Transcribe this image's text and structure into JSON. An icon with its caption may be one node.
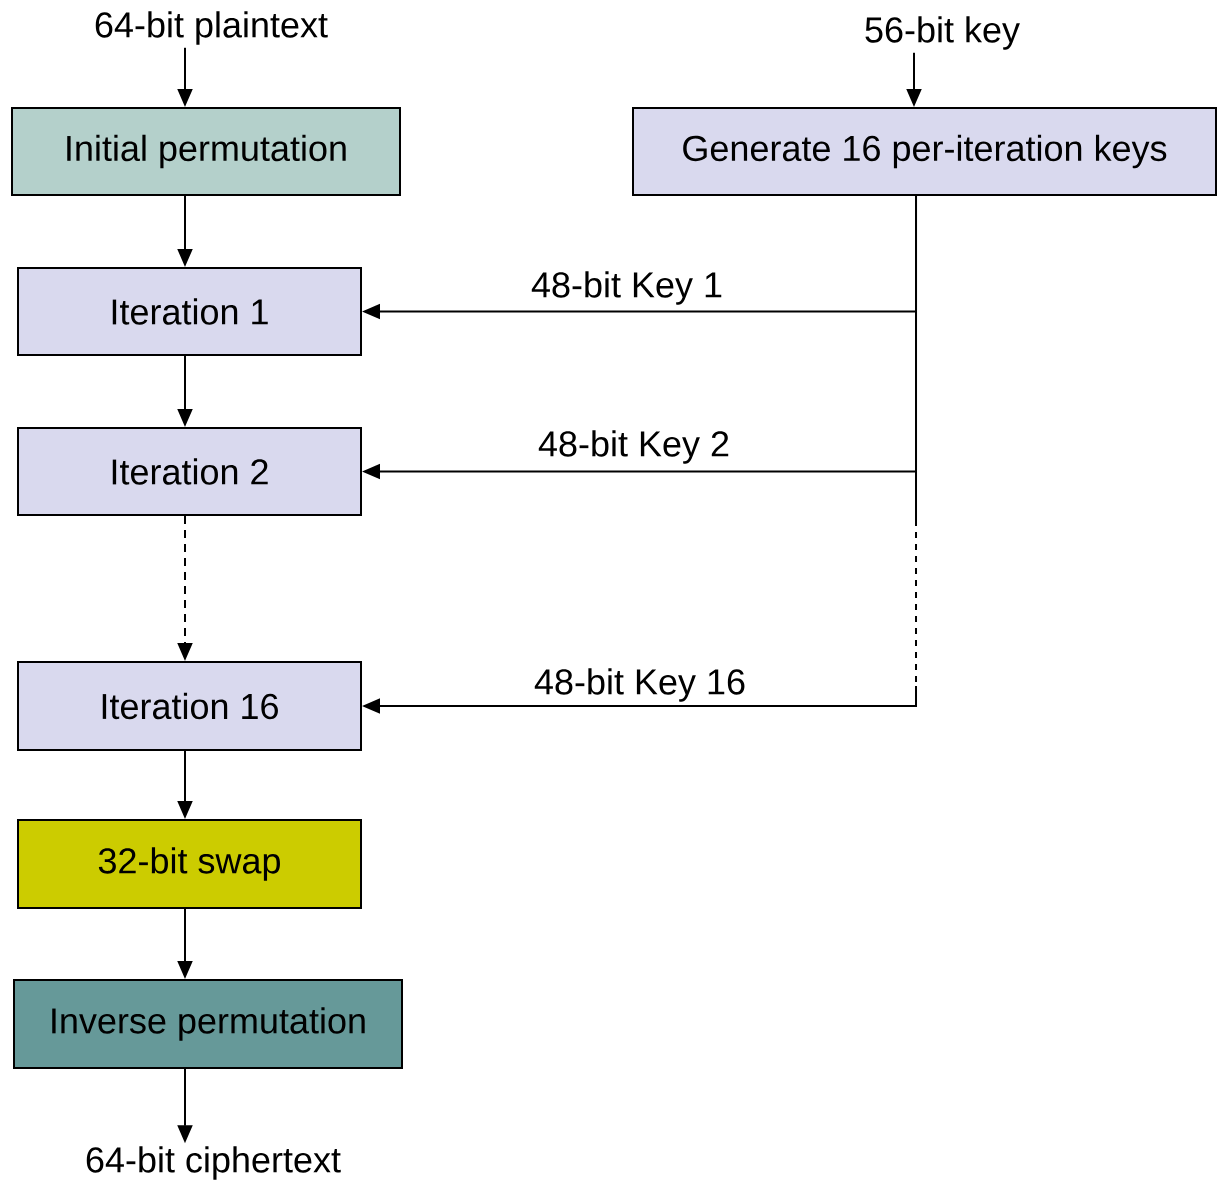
{
  "diagram": {
    "nodes": [
      {
        "text": [
          "64-bit plaintext"
        ]
      },
      {
        "text": [
          "Initial permutation"
        ]
      },
      {
        "text": [
          "56-bit key"
        ]
      },
      {
        "text": [
          "Generate 16 per-iteration keys"
        ]
      },
      {
        "text": [
          "Iteration 1"
        ]
      },
      {
        "text": [
          "Iteration 2"
        ]
      },
      {
        "text": [
          "Iteration 16"
        ]
      },
      {
        "text": [
          "32-bit swap"
        ]
      },
      {
        "text": [
          "Inverse permutation"
        ]
      },
      {
        "text": [
          "64-bit ciphertext"
        ]
      }
    ],
    "edges": [
      {
        "from": 0,
        "to": 1,
        "arrow": "to"
      },
      {
        "from": 1,
        "to": 4,
        "arrow": "to"
      },
      {
        "from": 4,
        "to": 5,
        "arrow": "to"
      },
      {
        "from": 5,
        "to": 6,
        "arrow": "to",
        "style": "dashed"
      },
      {
        "from": 6,
        "to": 7,
        "arrow": "to"
      },
      {
        "from": 7,
        "to": 8,
        "arrow": "to"
      },
      {
        "from": 8,
        "to": 9,
        "arrow": "to"
      },
      {
        "from": 2,
        "to": 3,
        "arrow": "to"
      },
      {
        "from": 3,
        "to": 4,
        "arrow": "to",
        "label": "48-bit Key 1"
      },
      {
        "from": 3,
        "to": 5,
        "arrow": "to",
        "label": "48-bit Key 2"
      },
      {
        "from": 3,
        "to": 6,
        "arrow": "to",
        "label": "48-bit Key 16",
        "style": "dashed"
      }
    ]
  }
}
